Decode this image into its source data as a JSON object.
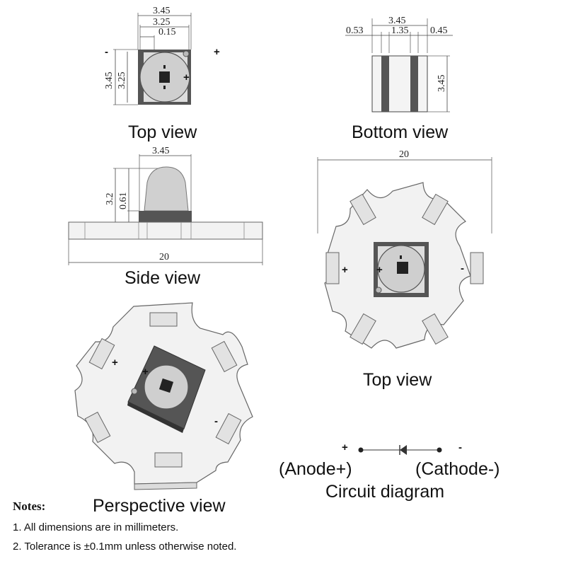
{
  "top_view_small": {
    "caption": "Top view",
    "dims": {
      "outer_width": "3.45",
      "inner_width": "3.25",
      "offset": "0.15",
      "outer_height": "3.45",
      "inner_height": "3.25"
    },
    "minus": "-",
    "plus": "+"
  },
  "bottom_view": {
    "caption": "Bottom view",
    "dims": {
      "width": "3.45",
      "pad_left": "0.53",
      "pad_middle": "1.35",
      "pad_right": "0.45",
      "height": "3.45"
    }
  },
  "side_view": {
    "caption": "Side view",
    "dims": {
      "lens_width": "3.45",
      "total_height": "3.2",
      "base_height": "0.61",
      "board_width": "20"
    }
  },
  "top_view_board": {
    "caption": "Top view",
    "dims": {
      "board_width": "20"
    },
    "plus": "+",
    "minus": "-"
  },
  "perspective_view": {
    "caption": "Perspective view",
    "plus": "+",
    "minus": "-"
  },
  "circuit": {
    "caption": "Circuit diagram",
    "plus": "+",
    "minus": "-",
    "anode": "(Anode+)",
    "cathode": "(Cathode-)"
  },
  "notes": {
    "title": "Notes:",
    "lines": [
      "1. All dimensions are in millimeters.",
      "2. Tolerance is  ±0.1mm unless otherwise noted."
    ]
  },
  "colors": {
    "package": "#555555",
    "lens": "#cccccc",
    "die": "#222222",
    "board": "#f2f2f2",
    "pad": "#e2e2e2",
    "line": "#444444"
  }
}
